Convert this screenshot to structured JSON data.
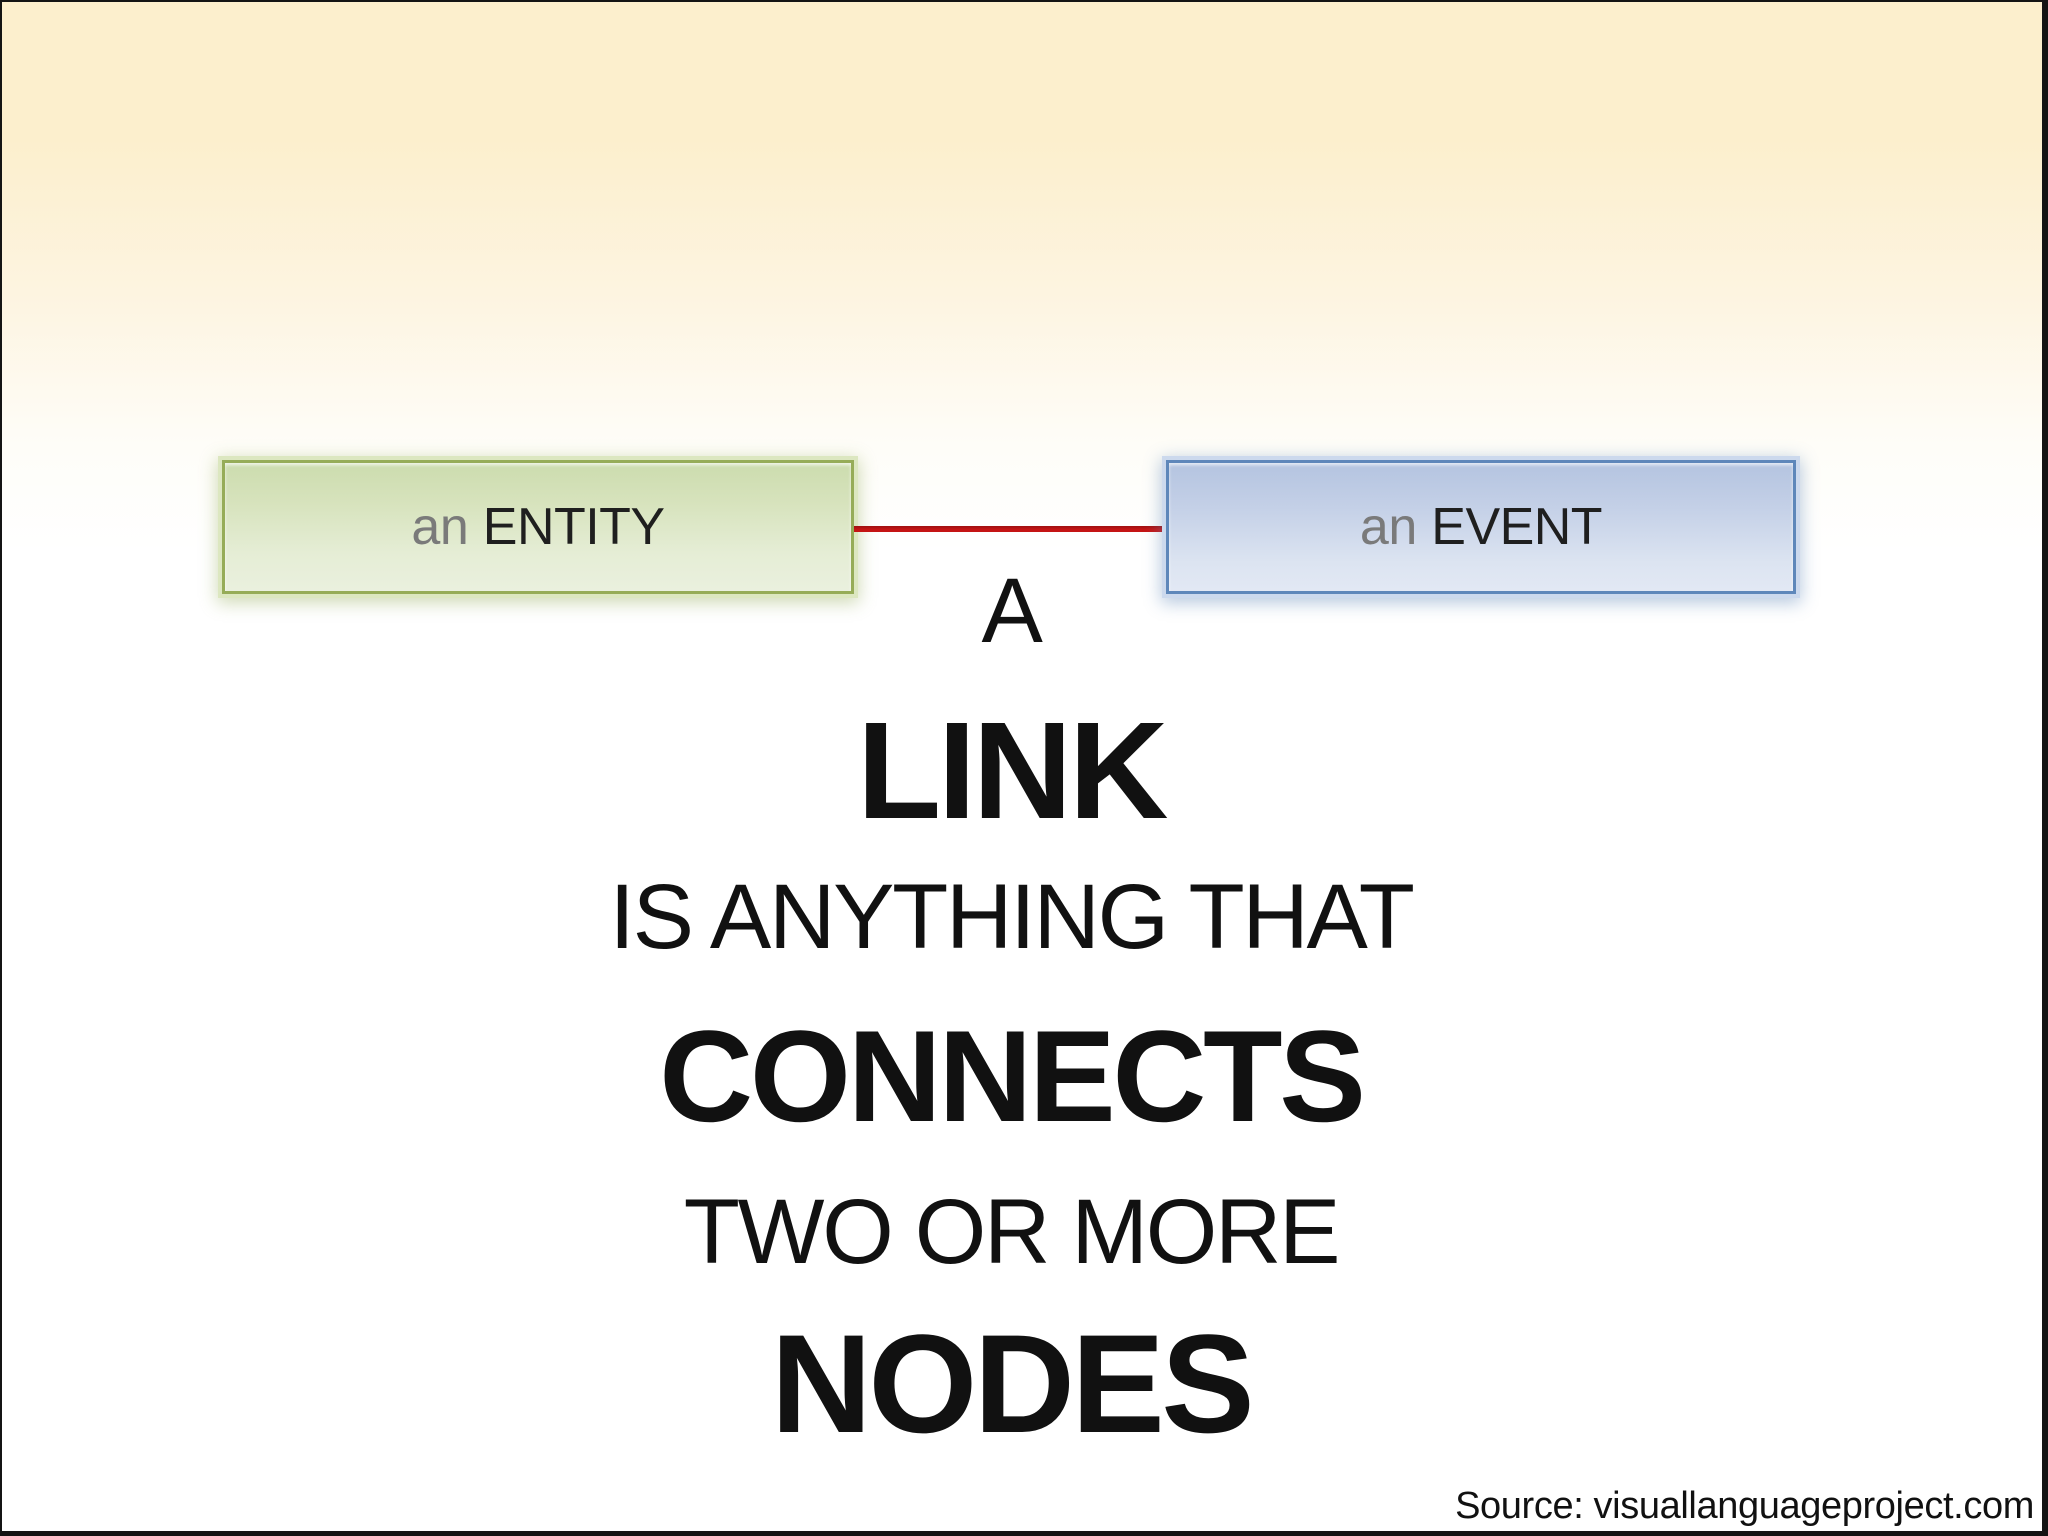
{
  "slide": {
    "entity_node": {
      "prefix": "an",
      "label": "ENTITY",
      "fill_top": "#ccdcae",
      "fill_bottom": "#eaf0de",
      "border_color": "#96ac58"
    },
    "event_node": {
      "prefix": "an",
      "label": "EVENT",
      "fill_top": "#b4c4e0",
      "fill_bottom": "#e2e8f4",
      "border_color": "#5e87ba"
    },
    "connector": {
      "color": "#c41414"
    },
    "caption": {
      "line1": "A",
      "line2": "LINK",
      "line3": "IS ANYTHING THAT",
      "line4": "CONNECTS",
      "line5": "TWO OR MORE",
      "line6": "NODES"
    },
    "source_note": "Source: visuallanguageproject.com",
    "colors": {
      "background_top": "#fcefcd",
      "background_bottom": "#ffffff",
      "frame": "#141414",
      "text": "#111111",
      "muted_text": "#7a7a7a"
    }
  }
}
